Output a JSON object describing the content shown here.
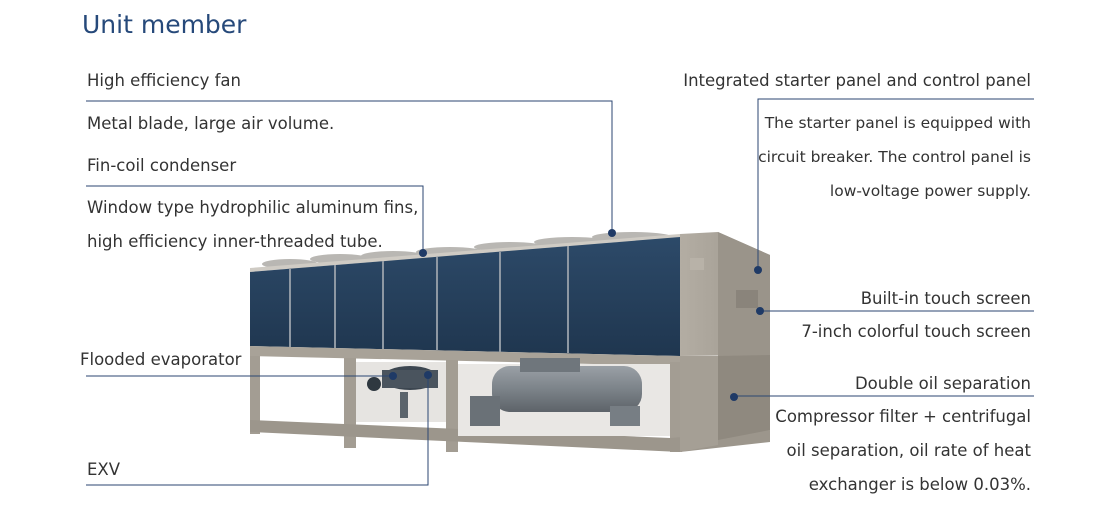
{
  "title": "Unit member",
  "labels": {
    "fan": {
      "heading": "High efficiency fan",
      "desc": "Metal blade, large air volume."
    },
    "condenser": {
      "heading": "Fin-coil condenser",
      "desc_lines": [
        "Window type hydrophilic aluminum fins,",
        "high efficiency inner-threaded tube."
      ]
    },
    "evaporator": {
      "heading": "Flooded evaporator"
    },
    "exv": {
      "heading": "EXV"
    },
    "panel": {
      "heading": "Integrated starter panel and control panel",
      "desc_lines": [
        "The starter panel is equipped with",
        "circuit breaker. The control panel is",
        "low-voltage power supply."
      ]
    },
    "touch": {
      "heading": "Built-in touch screen",
      "desc": "7-inch colorful touch screen"
    },
    "oil": {
      "heading": "Double oil separation",
      "desc_lines": [
        "Compressor filter + centrifugal",
        "oil separation, oil rate of heat",
        "exchanger is below 0.03%."
      ]
    }
  },
  "colors": {
    "title": "#26497a",
    "leader": "#2b4672",
    "coil": "#263f5c",
    "frame": "#a8a298"
  }
}
